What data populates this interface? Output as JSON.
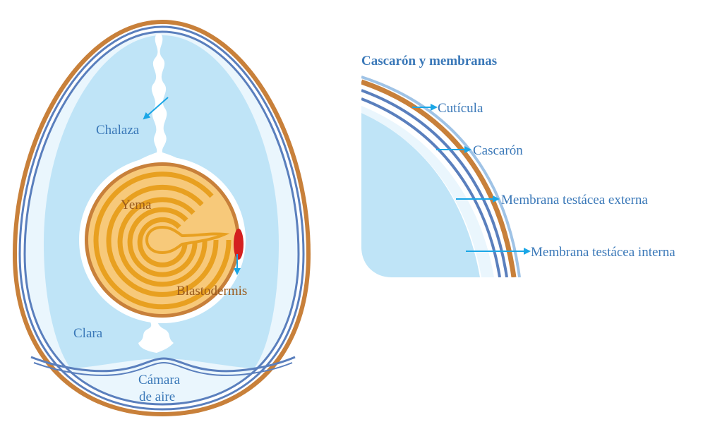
{
  "egg_labels": {
    "chalaza": "Chalaza",
    "yema": "Yema",
    "blastodermis": "Blastodermis",
    "clara": "Clara",
    "camara_line1": "Cámara",
    "camara_line2": "de aire"
  },
  "shell_panel": {
    "title": "Cascarón y membranas",
    "cuticula": "Cutícula",
    "cascaron": "Cascarón",
    "membrana_externa": "Membrana testácea externa",
    "membrana_interna": "Membrana testácea interna"
  },
  "colors": {
    "shell": "#c8803a",
    "membrane": "#5a7fbd",
    "albumen_outer": "#eaf6fd",
    "albumen_inner": "#bfe4f7",
    "yolk_ring": "#e8a020",
    "yolk_fill": "#f7c97a",
    "blastoderm": "#d42020",
    "arrow": "#1aa6e6",
    "label_blue": "#3a78b8",
    "label_brown": "#9a5a1c"
  }
}
